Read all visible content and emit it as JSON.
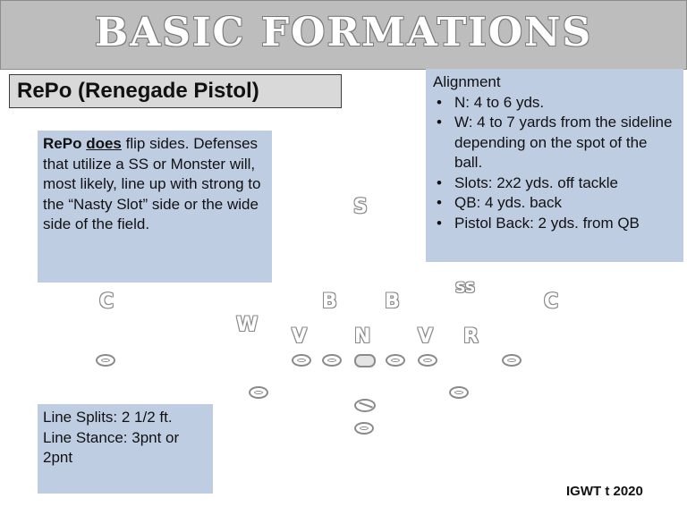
{
  "banner": {
    "title": "BASIC FORMATIONS"
  },
  "subtitle": "RePo (Renegade Pistol)",
  "flip_note": {
    "lead": "RePo",
    "emph": "does",
    "rest": " flip sides. Defenses that utilize a SS or Monster will, most likely, line up with strong to the “Nasty Slot” side or the wide side of the field."
  },
  "alignment": {
    "heading": "Alignment",
    "items": [
      "N: 4 to 6 yds.",
      "W: 4 to 7 yards from the sideline depending on the spot of the ball.",
      "Slots: 2x2 yds. off tackle",
      "QB: 4 yds. back",
      "Pistol Back: 2 yds. from QB"
    ]
  },
  "line_note": {
    "splits": "Line Splits: 2 1/2 ft.",
    "stance": "Line Stance: 3pnt or 2pnt"
  },
  "defense": {
    "s": "S",
    "ss": "SS",
    "c_left": "C",
    "c_right": "C",
    "b_left": "B",
    "b_right": "B",
    "w": "W",
    "v_left": "V",
    "n": "N",
    "v_right": "V",
    "r": "R"
  },
  "credit": "IGWT t 2020"
}
